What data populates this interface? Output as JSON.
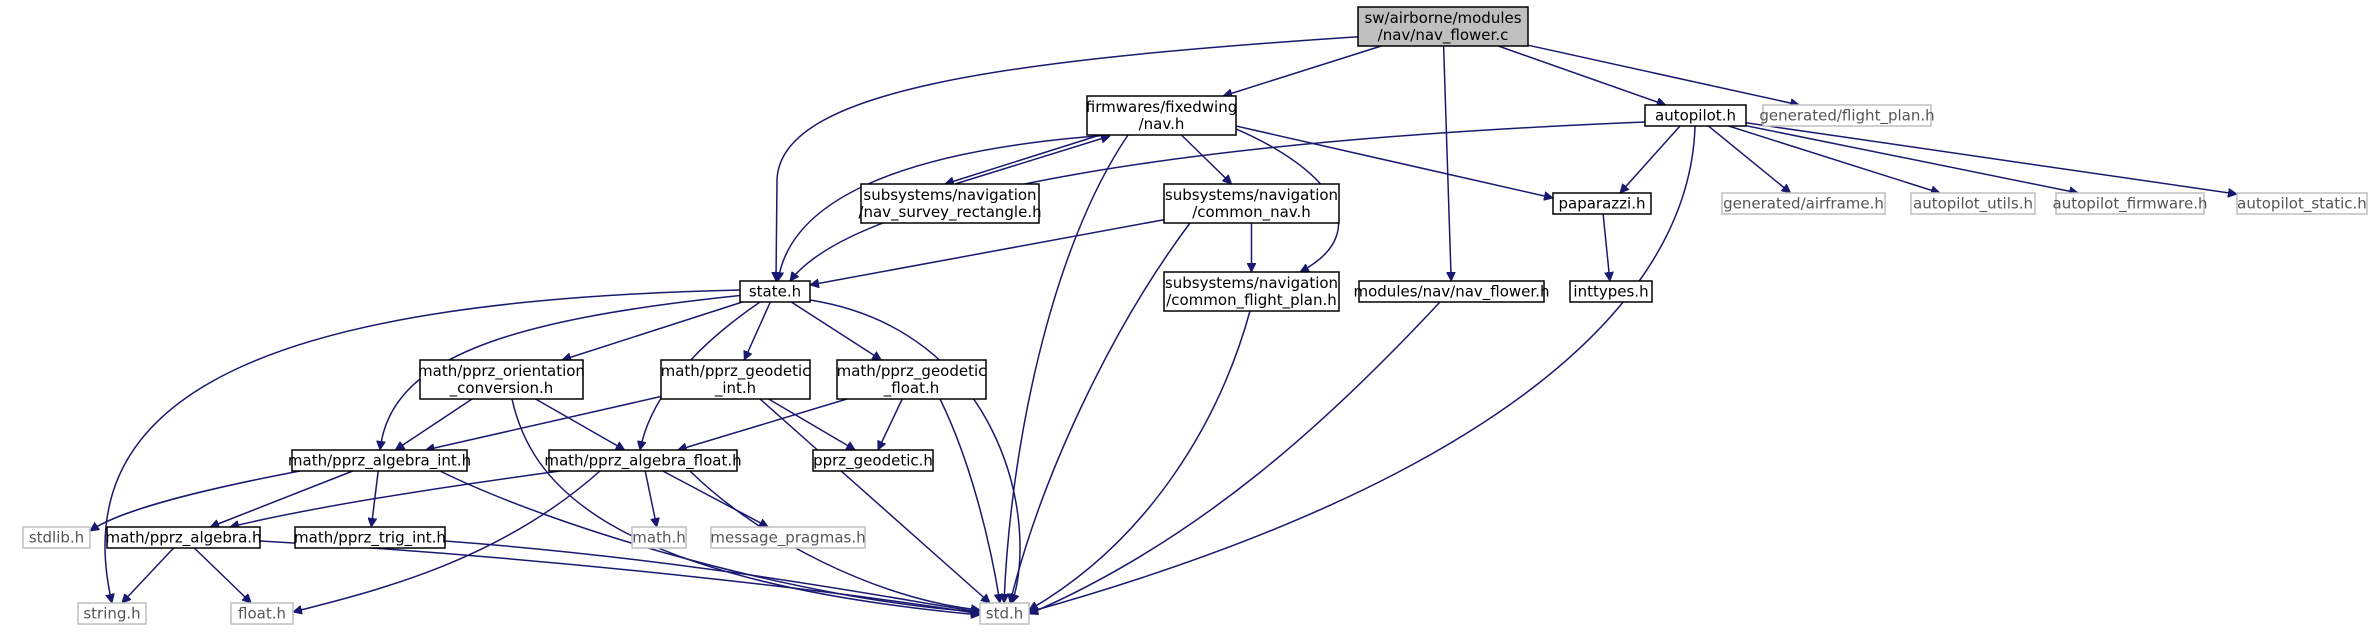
{
  "graph": {
    "edge_color": "#191970",
    "nodes": [
      {
        "id": "nav_flower_c",
        "lines": [
          "sw/airborne/modules",
          "/nav/nav_flower.c"
        ],
        "style": "root"
      },
      {
        "id": "fixedwing_nav_h",
        "lines": [
          "firmwares/fixedwing",
          "/nav.h"
        ],
        "style": "normal"
      },
      {
        "id": "autopilot_h",
        "lines": [
          "autopilot.h"
        ],
        "style": "normal"
      },
      {
        "id": "flight_plan_h",
        "lines": [
          "generated/flight_plan.h"
        ],
        "style": "missing"
      },
      {
        "id": "nav_survey_rectangle_h",
        "lines": [
          "subsystems/navigation",
          "/nav_survey_rectangle.h"
        ],
        "style": "normal"
      },
      {
        "id": "common_nav_h",
        "lines": [
          "subsystems/navigation",
          "/common_nav.h"
        ],
        "style": "normal"
      },
      {
        "id": "paparazzi_h",
        "lines": [
          "paparazzi.h"
        ],
        "style": "normal"
      },
      {
        "id": "airframe_h",
        "lines": [
          "generated/airframe.h"
        ],
        "style": "missing"
      },
      {
        "id": "autopilot_utils_h",
        "lines": [
          "autopilot_utils.h"
        ],
        "style": "missing"
      },
      {
        "id": "autopilot_firmware_h",
        "lines": [
          "autopilot_firmware.h"
        ],
        "style": "missing"
      },
      {
        "id": "autopilot_static_h",
        "lines": [
          "autopilot_static.h"
        ],
        "style": "missing"
      },
      {
        "id": "state_h",
        "lines": [
          "state.h"
        ],
        "style": "normal"
      },
      {
        "id": "common_flight_plan_h",
        "lines": [
          "subsystems/navigation",
          "/common_flight_plan.h"
        ],
        "style": "normal"
      },
      {
        "id": "nav_flower_h",
        "lines": [
          "modules/nav/nav_flower.h"
        ],
        "style": "normal"
      },
      {
        "id": "inttypes_h",
        "lines": [
          "inttypes.h"
        ],
        "style": "normal"
      },
      {
        "id": "orientation_conversion_h",
        "lines": [
          "math/pprz_orientation",
          "_conversion.h"
        ],
        "style": "normal"
      },
      {
        "id": "geodetic_int_h",
        "lines": [
          "math/pprz_geodetic",
          "_int.h"
        ],
        "style": "normal"
      },
      {
        "id": "geodetic_float_h",
        "lines": [
          "math/pprz_geodetic",
          "_float.h"
        ],
        "style": "normal"
      },
      {
        "id": "algebra_int_h",
        "lines": [
          "math/pprz_algebra_int.h"
        ],
        "style": "normal"
      },
      {
        "id": "algebra_float_h",
        "lines": [
          "math/pprz_algebra_float.h"
        ],
        "style": "normal"
      },
      {
        "id": "pprz_geodetic_h",
        "lines": [
          "pprz_geodetic.h"
        ],
        "style": "normal"
      },
      {
        "id": "stdlib_h",
        "lines": [
          "stdlib.h"
        ],
        "style": "missing"
      },
      {
        "id": "pprz_algebra_h",
        "lines": [
          "math/pprz_algebra.h"
        ],
        "style": "normal"
      },
      {
        "id": "trig_int_h",
        "lines": [
          "math/pprz_trig_int.h"
        ],
        "style": "normal"
      },
      {
        "id": "math_h",
        "lines": [
          "math.h"
        ],
        "style": "missing"
      },
      {
        "id": "message_pragmas_h",
        "lines": [
          "message_pragmas.h"
        ],
        "style": "missing"
      },
      {
        "id": "string_h",
        "lines": [
          "string.h"
        ],
        "style": "missing"
      },
      {
        "id": "float_h",
        "lines": [
          "float.h"
        ],
        "style": "missing"
      },
      {
        "id": "std_h",
        "lines": [
          "std.h"
        ],
        "style": "missing"
      }
    ],
    "edges": [
      [
        "nav_flower_c",
        "fixedwing_nav_h"
      ],
      [
        "nav_flower_c",
        "autopilot_h"
      ],
      [
        "nav_flower_c",
        "flight_plan_h"
      ],
      [
        "nav_flower_c",
        "state_h"
      ],
      [
        "nav_flower_c",
        "nav_flower_h"
      ],
      [
        "fixedwing_nav_h",
        "nav_survey_rectangle_h"
      ],
      [
        "fixedwing_nav_h",
        "common_nav_h"
      ],
      [
        "fixedwing_nav_h",
        "common_flight_plan_h"
      ],
      [
        "fixedwing_nav_h",
        "state_h"
      ],
      [
        "fixedwing_nav_h",
        "paparazzi_h"
      ],
      [
        "fixedwing_nav_h",
        "std_h"
      ],
      [
        "nav_survey_rectangle_h",
        "fixedwing_nav_h"
      ],
      [
        "autopilot_h",
        "paparazzi_h"
      ],
      [
        "autopilot_h",
        "airframe_h"
      ],
      [
        "autopilot_h",
        "autopilot_utils_h"
      ],
      [
        "autopilot_h",
        "autopilot_firmware_h"
      ],
      [
        "autopilot_h",
        "autopilot_static_h"
      ],
      [
        "autopilot_h",
        "state_h"
      ],
      [
        "autopilot_h",
        "std_h"
      ],
      [
        "paparazzi_h",
        "inttypes_h"
      ],
      [
        "common_nav_h",
        "common_flight_plan_h"
      ],
      [
        "common_nav_h",
        "state_h"
      ],
      [
        "common_nav_h",
        "std_h"
      ],
      [
        "common_flight_plan_h",
        "std_h"
      ],
      [
        "nav_flower_h",
        "std_h"
      ],
      [
        "state_h",
        "orientation_conversion_h"
      ],
      [
        "state_h",
        "geodetic_int_h"
      ],
      [
        "state_h",
        "geodetic_float_h"
      ],
      [
        "state_h",
        "algebra_int_h"
      ],
      [
        "state_h",
        "algebra_float_h"
      ],
      [
        "state_h",
        "string_h"
      ],
      [
        "state_h",
        "std_h"
      ],
      [
        "orientation_conversion_h",
        "algebra_int_h"
      ],
      [
        "orientation_conversion_h",
        "algebra_float_h"
      ],
      [
        "orientation_conversion_h",
        "std_h"
      ],
      [
        "geodetic_int_h",
        "algebra_int_h"
      ],
      [
        "geodetic_int_h",
        "pprz_geodetic_h"
      ],
      [
        "geodetic_int_h",
        "std_h"
      ],
      [
        "geodetic_float_h",
        "algebra_float_h"
      ],
      [
        "geodetic_float_h",
        "pprz_geodetic_h"
      ],
      [
        "geodetic_float_h",
        "std_h"
      ],
      [
        "algebra_int_h",
        "stdlib_h"
      ],
      [
        "algebra_int_h",
        "pprz_algebra_h"
      ],
      [
        "algebra_int_h",
        "trig_int_h"
      ],
      [
        "algebra_int_h",
        "std_h"
      ],
      [
        "algebra_float_h",
        "pprz_algebra_h"
      ],
      [
        "algebra_float_h",
        "math_h"
      ],
      [
        "algebra_float_h",
        "message_pragmas_h"
      ],
      [
        "algebra_float_h",
        "float_h"
      ],
      [
        "algebra_float_h",
        "std_h"
      ],
      [
        "pprz_algebra_h",
        "string_h"
      ],
      [
        "pprz_algebra_h",
        "float_h"
      ],
      [
        "pprz_algebra_h",
        "std_h"
      ],
      [
        "trig_int_h",
        "std_h"
      ]
    ]
  }
}
